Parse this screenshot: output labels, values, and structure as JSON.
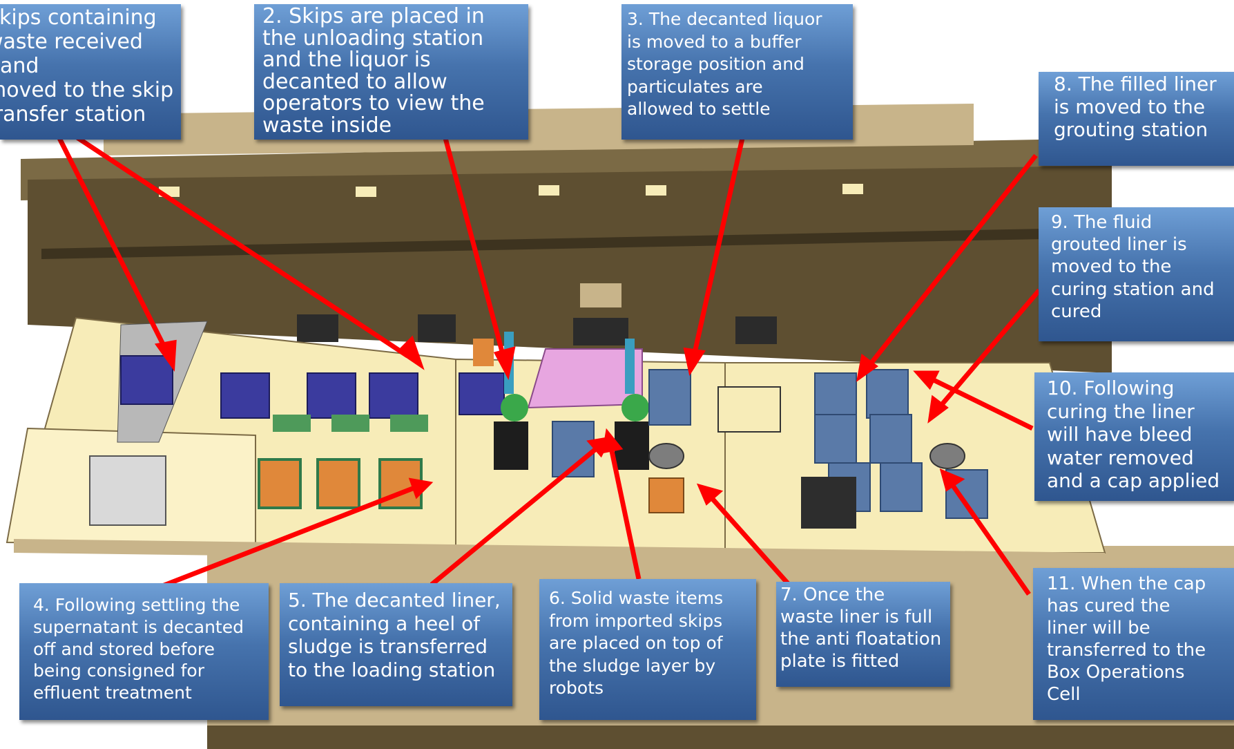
{
  "callouts": {
    "c1": {
      "lines": [
        "Skips containing",
        "waste received and",
        "moved to the skip",
        "transfer station"
      ]
    },
    "c2": {
      "lines": [
        "2. Skips are placed in",
        "the unloading station",
        "and the liquor is",
        "decanted to allow",
        "operators to view the",
        "waste inside"
      ]
    },
    "c3": {
      "lines": [
        "3. The decanted liquor",
        "is moved to a buffer",
        "storage position and",
        "particulates are",
        "allowed to settle"
      ]
    },
    "c4": {
      "lines": [
        "4. Following settling the",
        "supernatant is decanted",
        "off and stored  before",
        "being consigned for",
        "effluent treatment"
      ]
    },
    "c5": {
      "lines": [
        "5. The decanted  liner,",
        "containing a heel of",
        "sludge is transferred",
        "to the loading station"
      ]
    },
    "c6": {
      "lines": [
        "6. Solid waste items",
        "from imported skips",
        "are placed on top of",
        "the sludge layer by",
        "robots"
      ]
    },
    "c7": {
      "lines": [
        "7. Once the",
        "waste liner is full",
        "the anti floatation",
        "plate is fitted"
      ]
    },
    "c8": {
      "lines": [
        "8. The filled liner",
        "is moved to the",
        "grouting station"
      ]
    },
    "c9": {
      "lines": [
        "9. The fluid",
        "grouted  liner is",
        "moved to the",
        "curing  station and",
        "cured"
      ]
    },
    "c10": {
      "lines": [
        "10. Following",
        "curing the liner",
        "will have bleed",
        "water removed",
        "and a cap applied"
      ]
    },
    "c11": {
      "lines": [
        "11. When the cap",
        "has cured the",
        "liner will be",
        "transferred to the",
        "Box Operations",
        "Cell"
      ]
    }
  },
  "colors": {
    "arrow": "#ff0000",
    "floor": "#f7ecb8",
    "wall": "#5e4f31",
    "callout_top": "#6f9fd6",
    "callout_bottom": "#2f568f"
  }
}
